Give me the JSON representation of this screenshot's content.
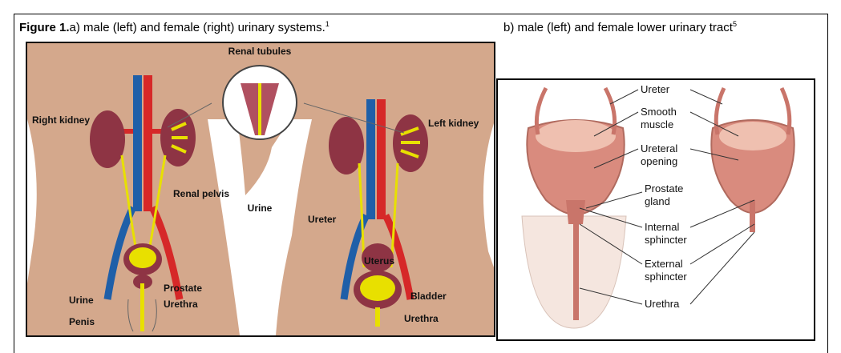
{
  "caption_a": {
    "fig_label": "Figure 1.",
    "text": "a) male (left) and female (right) urinary systems.",
    "ref": "1"
  },
  "caption_b": {
    "text": "b) male (left) and female lower urinary tract",
    "ref": "5"
  },
  "panel_a": {
    "renal_tubules": "Renal tubules",
    "right_kidney": "Right kidney",
    "left_kidney": "Left kidney",
    "renal_pelvis": "Renal pelvis",
    "urine_top": "Urine",
    "ureter": "Ureter",
    "uterus": "Uterus",
    "urine_bottom": "Urine",
    "prostate": "Prostate",
    "urethra_left": "Urethra",
    "penis": "Penis",
    "bladder": "Bladder",
    "urethra_right": "Urethra"
  },
  "panel_b": {
    "ureter": "Ureter",
    "smooth": "Smooth",
    "muscle": "muscle",
    "ureteral": "Ureteral",
    "opening": "opening",
    "prostate": "Prostate",
    "gland": "gland",
    "internal": "Internal",
    "sphincter_int": "sphincter",
    "external": "External",
    "sphincter_ext": "sphincter",
    "urethra": "Urethra"
  },
  "colors": {
    "skin": "#d4a88c",
    "artery": "#d62828",
    "vein": "#1f5fa8",
    "kidney": "#8e3444",
    "urine": "#e8e000",
    "bladder_b": "#d98b7e"
  }
}
